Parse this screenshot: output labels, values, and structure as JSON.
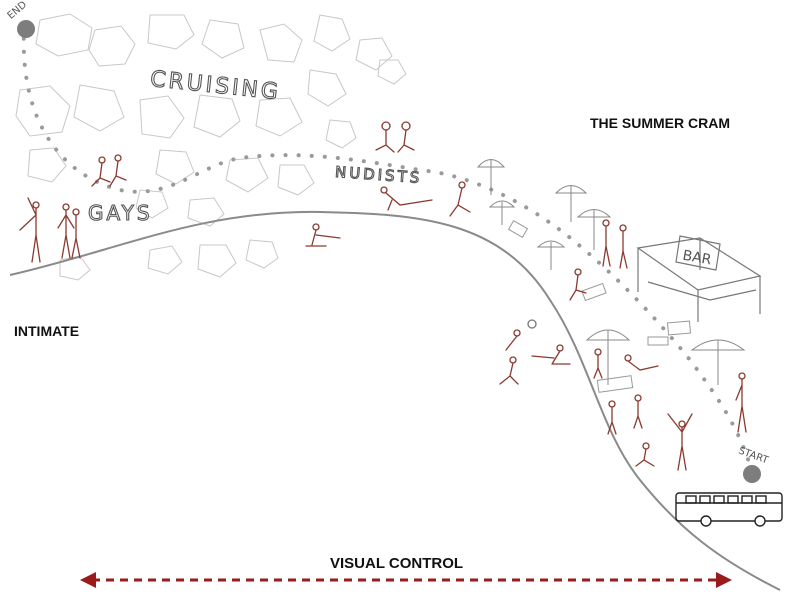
{
  "labels": {
    "end": "END",
    "start": "START",
    "cruising": "CRUISING",
    "gays": "GAYS",
    "nudists": "NUDISTS",
    "summer_cram": "THE SUMMER CRAM",
    "intimate": "INTIMATE",
    "bar": "BAR",
    "visual_control": "VISUAL CONTROL"
  },
  "colors": {
    "ink": "#8a8a8a",
    "dots": "#9a9a9a",
    "people": "#8b3a2f",
    "arrow": "#9b1b1b",
    "node": "#7d7d7d"
  },
  "icons": [
    "bus-icon",
    "bar-kiosk-icon",
    "umbrella-icon",
    "person-icon",
    "rock-icon"
  ]
}
